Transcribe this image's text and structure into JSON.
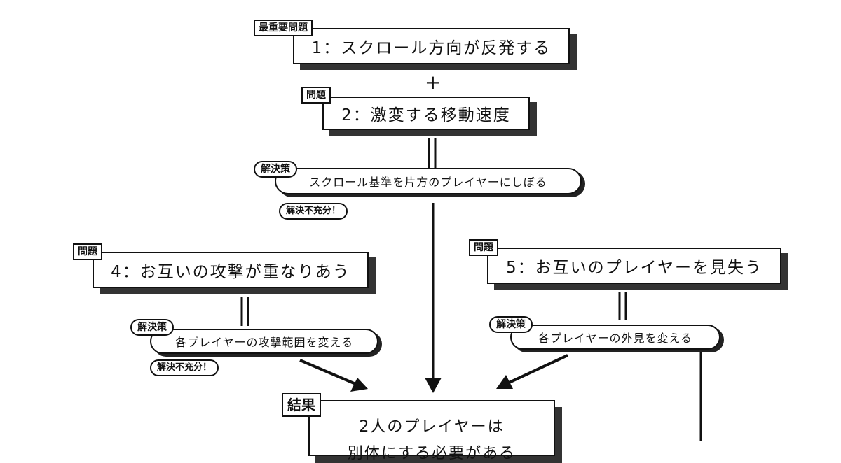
{
  "problems": {
    "p1": {
      "tag": "最重要問題",
      "text": "1：スクロール方向が反発する"
    },
    "plus": "+",
    "p2": {
      "tag": "問題",
      "text": "2：激変する移動速度"
    },
    "p4": {
      "tag": "問題",
      "text": "4：お互いの攻撃が重なりあう"
    },
    "p5": {
      "tag": "問題",
      "text": "5：お互いのプレイヤーを見失う"
    }
  },
  "solutions": {
    "s1": {
      "tag": "解決策",
      "text": "スクロール基準を片方のプレイヤーにしぼる",
      "note": "解決不充分！"
    },
    "s4": {
      "tag": "解決策",
      "text": "各プレイヤーの攻撃範囲を変える",
      "note": "解決不充分！"
    },
    "s5": {
      "tag": "解決策",
      "text": "各プレイヤーの外見を変える"
    }
  },
  "result": {
    "tag": "結果",
    "line1": "2人のプレイヤーは",
    "line2": "別体にする必要がある"
  },
  "colors": {
    "ink": "#111111",
    "shadow": "#333333",
    "paper": "#ffffff"
  }
}
